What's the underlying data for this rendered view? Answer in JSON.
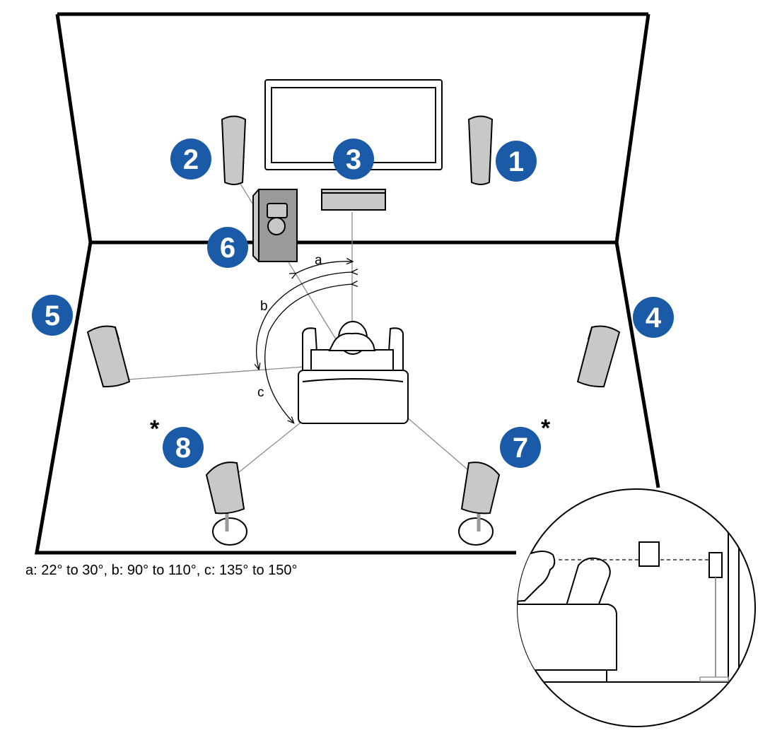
{
  "speakers": [
    {
      "id": "front-right",
      "number": "1"
    },
    {
      "id": "front-left",
      "number": "2"
    },
    {
      "id": "center",
      "number": "3"
    },
    {
      "id": "surround-right",
      "number": "4"
    },
    {
      "id": "surround-left",
      "number": "5"
    },
    {
      "id": "subwoofer",
      "number": "6"
    },
    {
      "id": "surround-back-right",
      "number": "7"
    },
    {
      "id": "surround-back-left",
      "number": "8"
    }
  ],
  "asterisk": "*",
  "angle_labels": {
    "a": "a",
    "b": "b",
    "c": "c"
  },
  "caption": "a: 22° to 30°, b: 90° to 110°, c: 135° to 150°",
  "colors": {
    "badge": "#1a5aa6",
    "speaker_fill": "#c8c8c8",
    "line": "#000000"
  }
}
